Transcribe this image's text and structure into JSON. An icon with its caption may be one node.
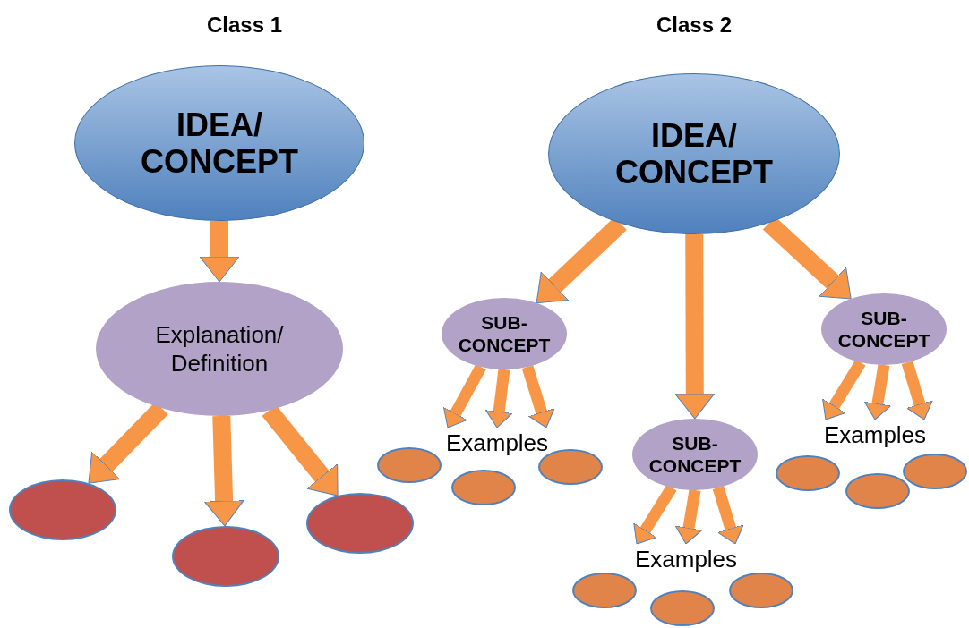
{
  "diagram": {
    "nodes": [
      {
        "text": [
          "IDEA/ CONCEPT"
        ]
      },
      {
        "text": [
          "Explanation/ Definition"
        ]
      },
      {
        "text": [],
        "shape": "ellipse"
      },
      {
        "text": [],
        "shape": "ellipse"
      },
      {
        "text": [],
        "shape": "ellipse"
      },
      {
        "text": [
          "IDEA/ CONCEPT"
        ]
      },
      {
        "text": [
          "SUB-CONCEPT"
        ]
      },
      {
        "text": [
          "Examples"
        ]
      },
      {
        "text": [],
        "shape": "ellipse"
      },
      {
        "text": [],
        "shape": "ellipse"
      },
      {
        "text": [],
        "shape": "ellipse"
      },
      {
        "text": [
          "SUB-CONCEPT"
        ]
      },
      {
        "text": [
          "Examples"
        ]
      },
      {
        "text": [],
        "shape": "ellipse"
      },
      {
        "text": [],
        "shape": "ellipse"
      },
      {
        "text": [],
        "shape": "ellipse"
      },
      {
        "text": [
          "SUB-CONCEPT"
        ]
      },
      {
        "text": [
          "Examples"
        ]
      },
      {
        "text": [],
        "shape": "ellipse"
      },
      {
        "text": [],
        "shape": "ellipse"
      },
      {
        "text": [],
        "shape": "ellipse"
      }
    ],
    "edges": [
      {
        "from": 0,
        "to": 1,
        "arrow": "to"
      },
      {
        "from": 1,
        "to": 2,
        "arrow": "to"
      },
      {
        "from": 1,
        "to": 3,
        "arrow": "to"
      },
      {
        "from": 1,
        "to": 4,
        "arrow": "to"
      },
      {
        "from": 5,
        "to": 6,
        "arrow": "to"
      },
      {
        "from": 5,
        "to": 11,
        "arrow": "to"
      },
      {
        "from": 5,
        "to": 16,
        "arrow": "to"
      },
      {
        "from": 6,
        "to": 7,
        "arrow": "to"
      },
      {
        "from": 6,
        "to": 7,
        "arrow": "to"
      },
      {
        "from": 6,
        "to": 7,
        "arrow": "to"
      },
      {
        "from": 11,
        "to": 12,
        "arrow": "to"
      },
      {
        "from": 11,
        "to": 12,
        "arrow": "to"
      },
      {
        "from": 11,
        "to": 12,
        "arrow": "to"
      },
      {
        "from": 16,
        "to": 17,
        "arrow": "to"
      },
      {
        "from": 16,
        "to": 17,
        "arrow": "to"
      },
      {
        "from": 16,
        "to": 17,
        "arrow": "to"
      }
    ],
    "labels": [
      "Class 1",
      "Class 2"
    ]
  }
}
